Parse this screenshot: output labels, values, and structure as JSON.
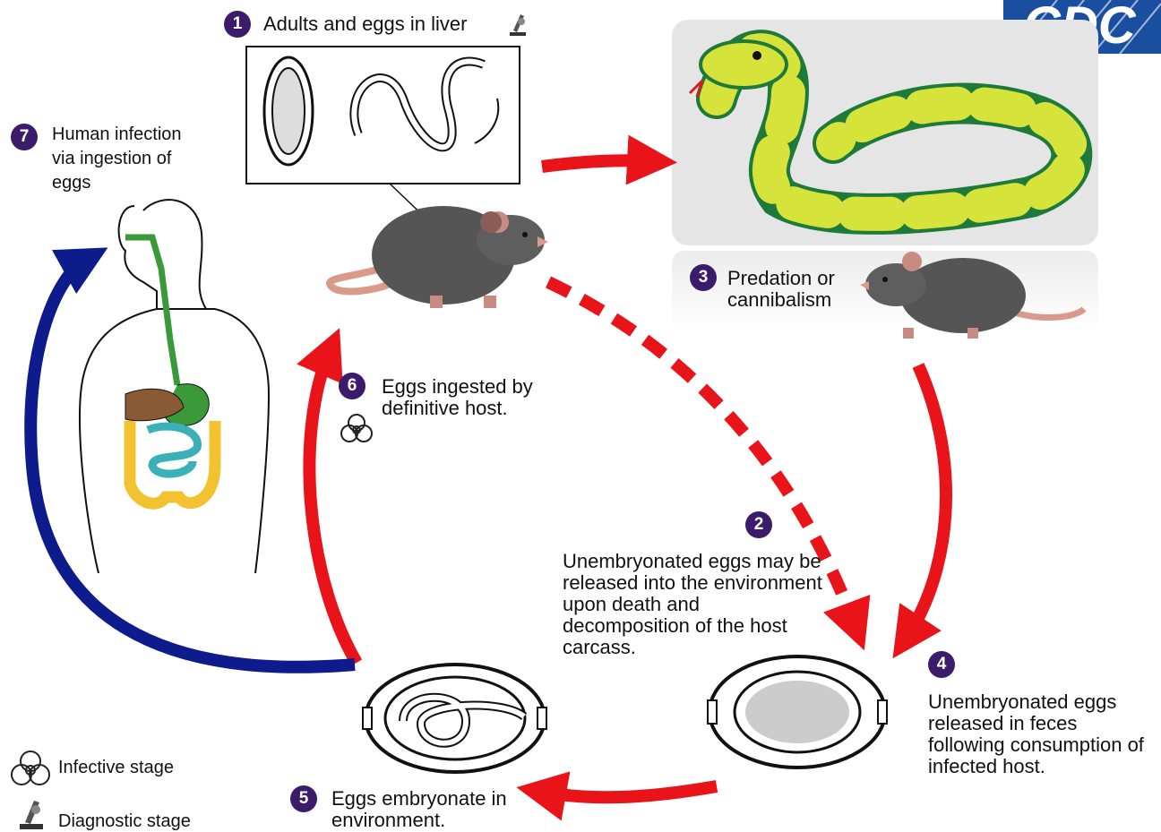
{
  "logo": {
    "text": "CDC"
  },
  "colors": {
    "badge": "#3a1c6b",
    "arrow_red": "#e8141a",
    "arrow_blue": "#0d1b8c",
    "gut_green": "#3a9a3a",
    "liver_brown": "#8a5a34",
    "colon_yellow": "#f2c230",
    "intestine_teal": "#3ab0b8",
    "snake_yellow": "#d6e33a",
    "snake_green": "#1e7a3a",
    "rat_gray": "#555555"
  },
  "stages": [
    {
      "num": "1",
      "text": "Adults and eggs in liver",
      "icon": "microscope-icon"
    },
    {
      "num": "2",
      "text": "Unembryonated eggs may be released into the environment upon death and decomposition of the host carcass."
    },
    {
      "num": "3",
      "text": "Predation or cannibalism"
    },
    {
      "num": "4",
      "text": "Unembryonated eggs released in feces following consumption of infected host."
    },
    {
      "num": "5",
      "text": "Eggs embryonate in environment."
    },
    {
      "num": "6",
      "text": "Eggs ingested by definitive host.",
      "icon": "biohazard-icon"
    },
    {
      "num": "7",
      "text": "Human infection via ingestion of eggs"
    }
  ],
  "legend": [
    {
      "icon": "biohazard-icon",
      "text": "Infective stage"
    },
    {
      "icon": "microscope-icon",
      "text": "Diagnostic stage"
    }
  ]
}
